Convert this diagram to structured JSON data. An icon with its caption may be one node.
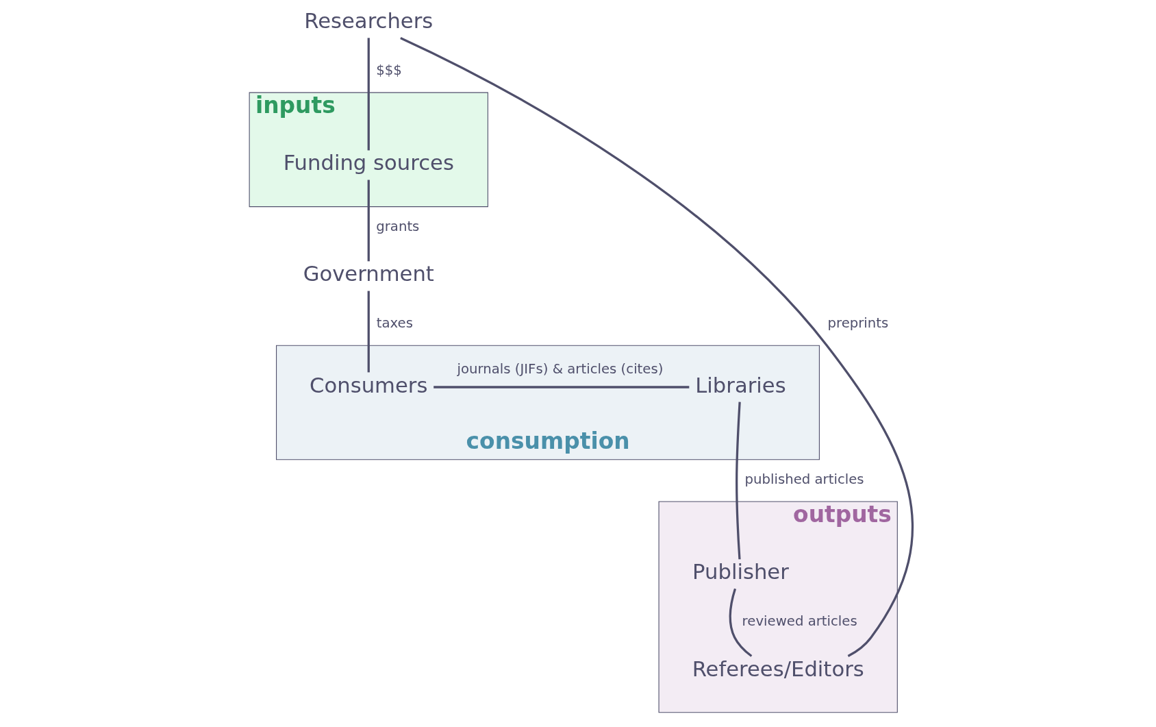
{
  "diagram": {
    "nodes": [
      {
        "text": [
          "Researchers"
        ]
      },
      {
        "text": [
          "inputs"
        ]
      },
      {
        "text": [
          "Funding sources"
        ],
        "in": 1
      },
      {
        "text": [
          "outputs"
        ]
      },
      {
        "text": [
          "Referees/Editors"
        ],
        "in": 3
      },
      {
        "text": [
          "Publisher"
        ],
        "in": 3
      },
      {
        "text": [
          "Government"
        ]
      },
      {
        "text": [
          "consumption"
        ]
      },
      {
        "text": [
          "Consumers"
        ],
        "in": 7
      },
      {
        "text": [
          "Libraries"
        ],
        "in": 7
      }
    ],
    "edges": [
      {
        "from": 0,
        "to": 2,
        "arrow": "none",
        "label": "$$$"
      },
      {
        "from": 2,
        "to": 6,
        "arrow": "none",
        "label": "grants"
      },
      {
        "from": 6,
        "to": 8,
        "arrow": "none",
        "label": "taxes"
      },
      {
        "from": 8,
        "to": 9,
        "arrow": "none",
        "label": "journals (JIFs) & articles (cites)"
      },
      {
        "from": 9,
        "to": 5,
        "arrow": "none",
        "label": "published articles"
      },
      {
        "from": 5,
        "to": 4,
        "arrow": "none",
        "label": "reviewed articles"
      },
      {
        "from": 4,
        "to": 0,
        "arrow": "none",
        "label": "preprints"
      }
    ]
  }
}
